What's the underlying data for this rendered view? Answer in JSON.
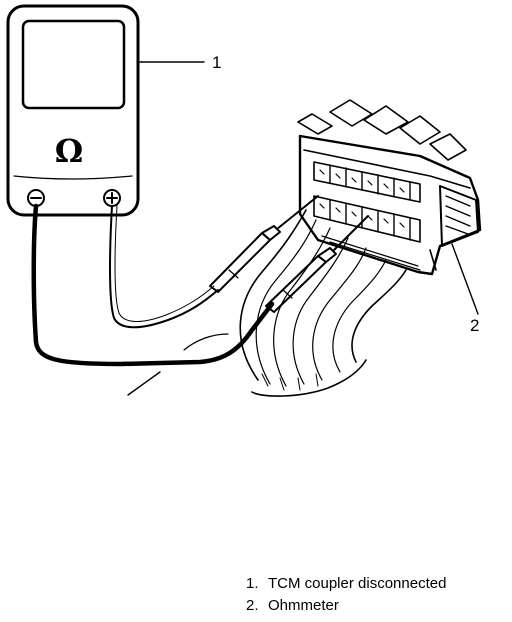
{
  "callouts": {
    "one": "1",
    "two": "2"
  },
  "meter": {
    "symbol": "Ω",
    "negative_terminal": "−",
    "positive_terminal": "+"
  },
  "legend": [
    {
      "number": "1.",
      "text": "TCM coupler disconnected"
    },
    {
      "number": "2.",
      "text": "Ohmmeter"
    }
  ]
}
